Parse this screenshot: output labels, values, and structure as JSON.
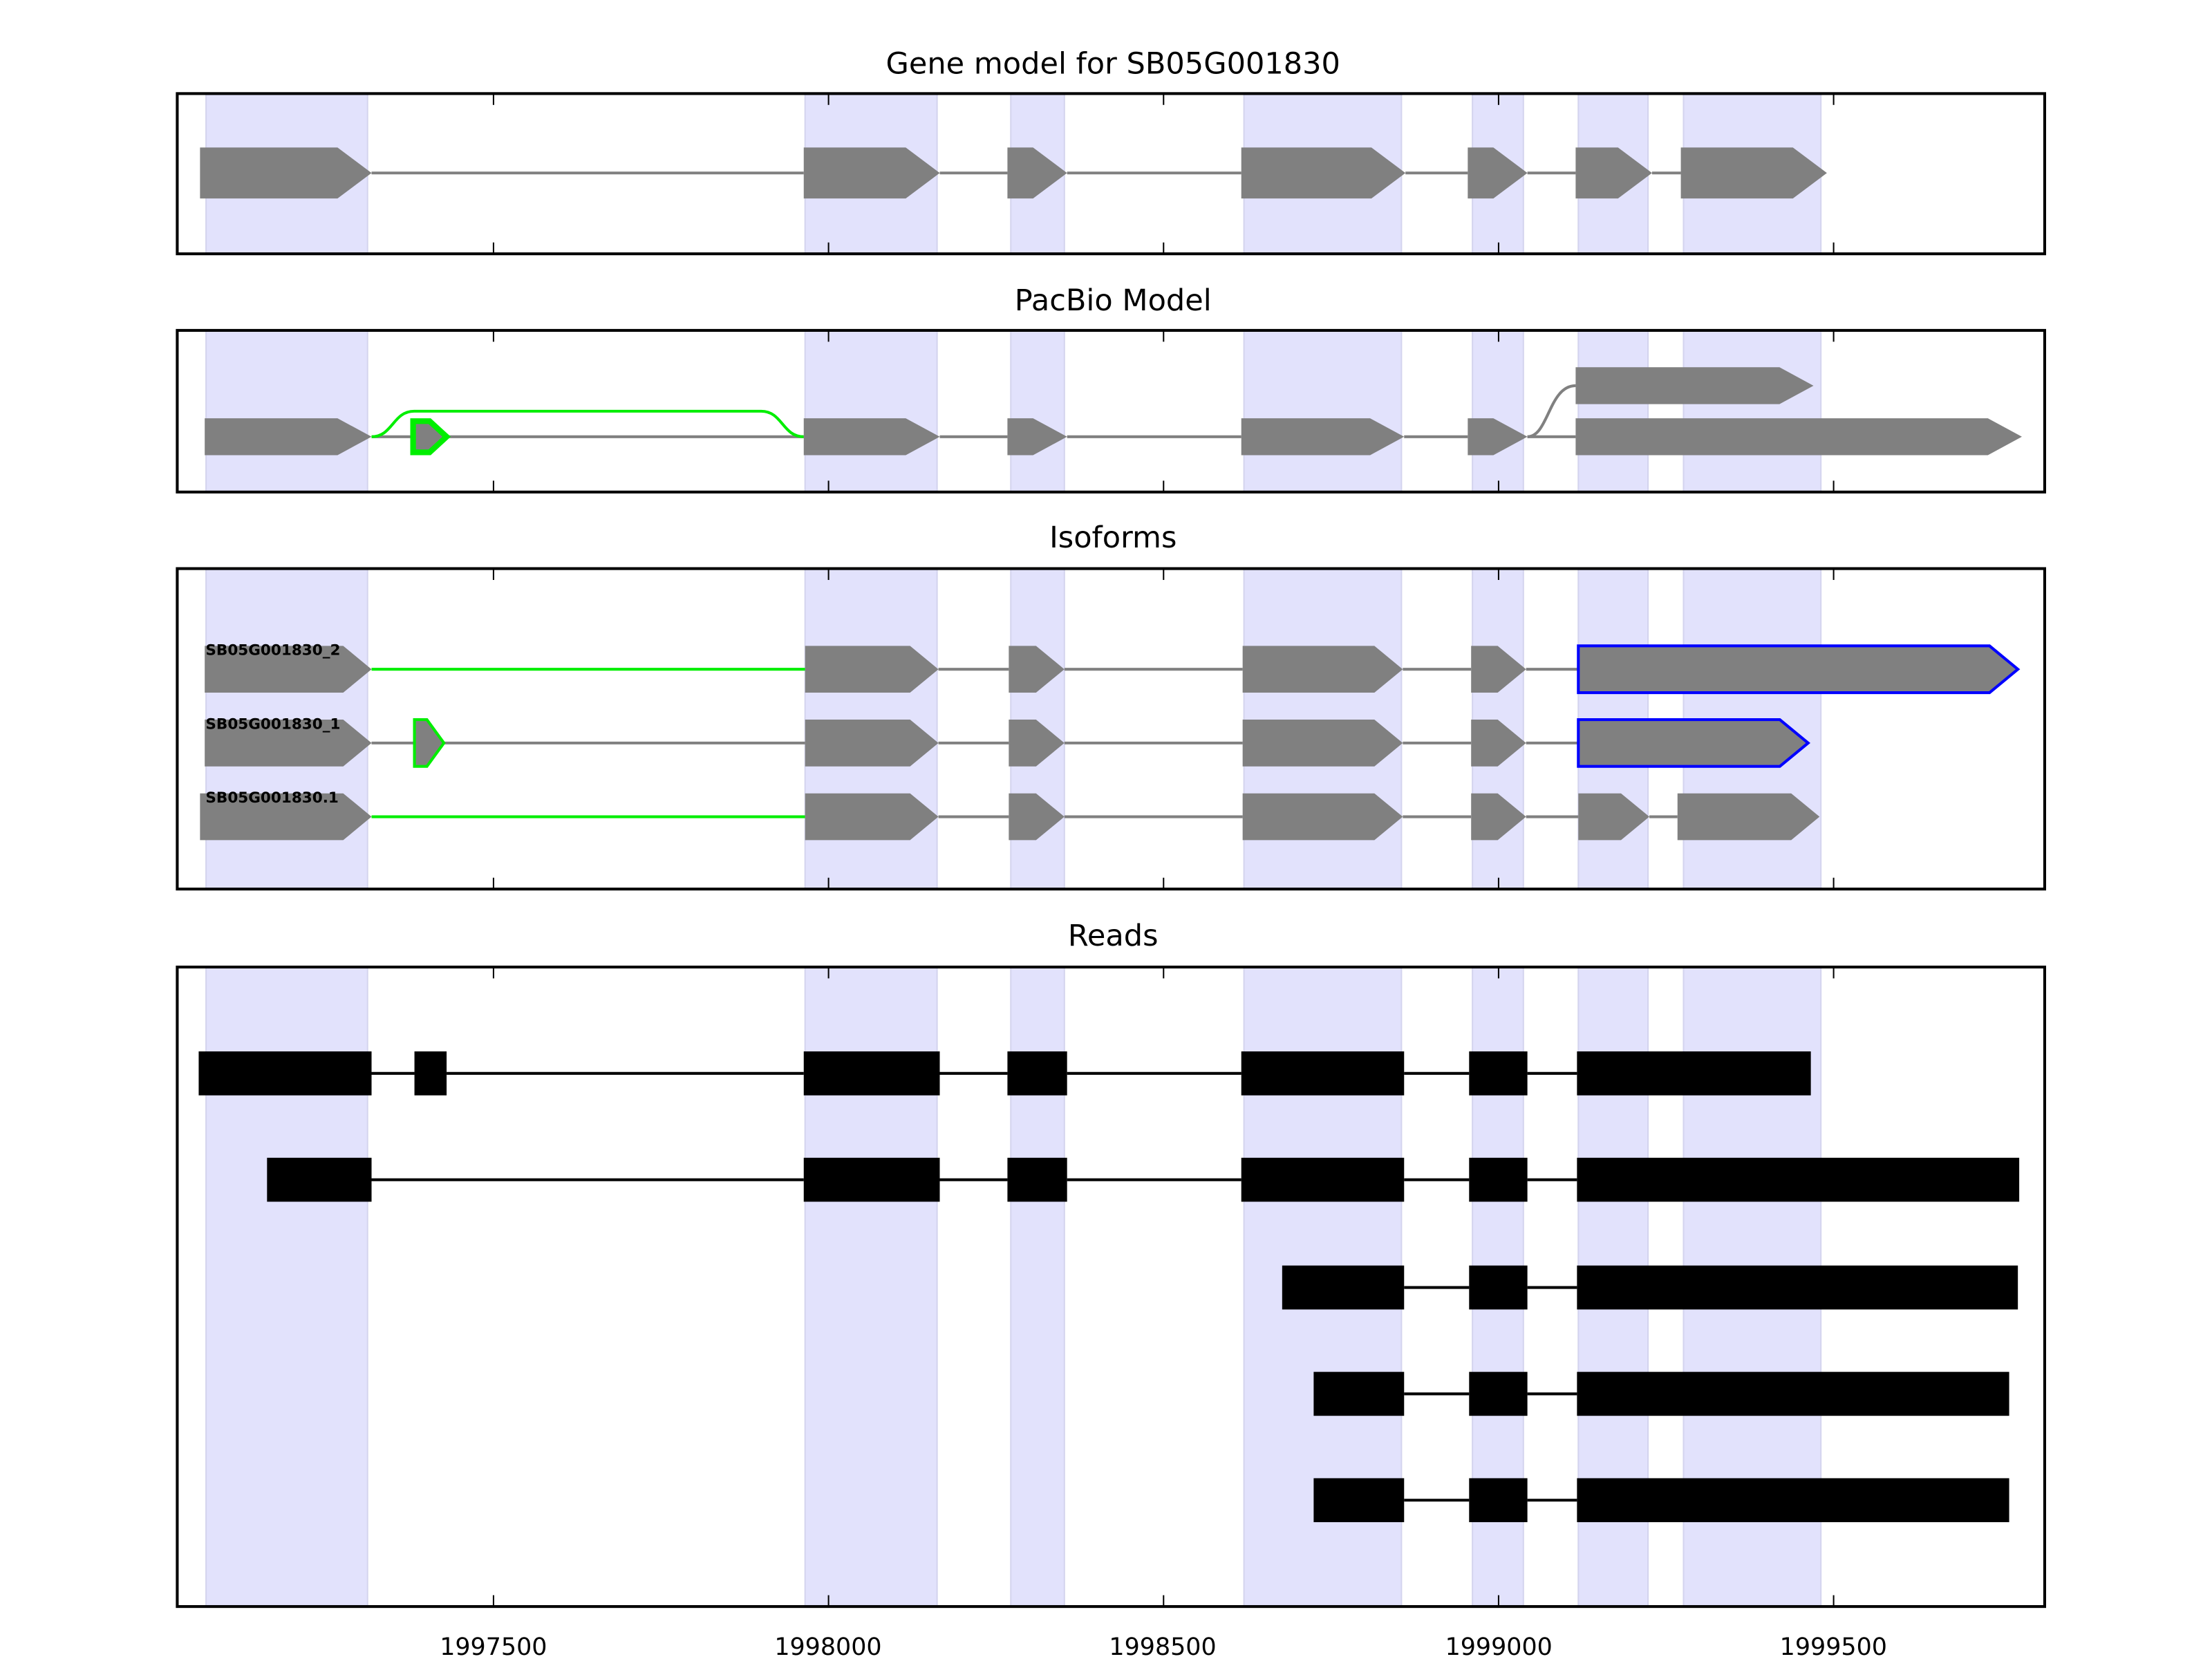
{
  "chart_data": {
    "type": "gene-structure",
    "xlim": [
      1997028,
      1999815
    ],
    "x_ticks": [
      1997500,
      1998000,
      1998500,
      1999000,
      1999500
    ],
    "x_tick_labels": [
      "1997500",
      "1998000",
      "1998500",
      "1999000",
      "1999500"
    ],
    "colors": {
      "shade": "#e2e2fc",
      "exon": "#808080",
      "intron": "#808080",
      "novel": "#00ee00",
      "alt_end": "#0000ff",
      "read": "#000000"
    },
    "shaded_exon_regions": [
      [
        1997071,
        1997312
      ],
      [
        1997965,
        1998162
      ],
      [
        1998272,
        1998352
      ],
      [
        1998620,
        1998855
      ],
      [
        1998961,
        1999037
      ],
      [
        1999119,
        1999223
      ],
      [
        1999276,
        1999481
      ]
    ],
    "panels": [
      {
        "title": "Gene model for SB05G001830",
        "tracks": [
          {
            "exons": [
              [
                1997062,
                1997318
              ],
              [
                1997963,
                1998166
              ],
              [
                1998267,
                1998356
              ],
              [
                1998616,
                1998861
              ],
              [
                1998954,
                1999043
              ],
              [
                1999115,
                1999229
              ],
              [
                1999272,
                1999490
              ]
            ]
          }
        ]
      },
      {
        "title": "PacBio Model",
        "tracks": [
          {
            "exons": [
              [
                1997069,
                1997318
              ],
              [
                1997963,
                1998166
              ],
              [
                1998267,
                1998356
              ],
              [
                1998616,
                1998859
              ],
              [
                1998954,
                1999043
              ],
              [
                1999115,
                1999781
              ]
            ],
            "novel_exons": [
              [
                1997380,
                1997430
              ]
            ],
            "skip_arc": [
              1997318,
              1997963
            ]
          },
          {
            "exons": [
              [
                1999115,
                1999470
              ]
            ],
            "branch_from": 1999043
          }
        ]
      },
      {
        "title": "Isoforms",
        "tracks": [
          {
            "label": "SB05G001830_2",
            "exons": [
              [
                1997069,
                1997318
              ],
              [
                1997965,
                1998164
              ],
              [
                1998269,
                1998352
              ],
              [
                1998618,
                1998857
              ],
              [
                1998959,
                1999041
              ],
              [
                1999119,
                1999775
              ]
            ],
            "novel_intron": [
              1997318,
              1997965
            ],
            "alt_exons": [
              5
            ]
          },
          {
            "label": "SB05G001830_1",
            "exons": [
              [
                1997069,
                1997318
              ],
              [
                1997965,
                1998164
              ],
              [
                1998269,
                1998352
              ],
              [
                1998618,
                1998857
              ],
              [
                1998959,
                1999041
              ],
              [
                1999119,
                1999462
              ]
            ],
            "novel_exons": [
              [
                1997382,
                1997426
              ]
            ],
            "alt_exons": [
              5
            ]
          },
          {
            "label": "SB05G001830.1",
            "exons": [
              [
                1997062,
                1997318
              ],
              [
                1997965,
                1998164
              ],
              [
                1998269,
                1998352
              ],
              [
                1998618,
                1998857
              ],
              [
                1998959,
                1999041
              ],
              [
                1999119,
                1999225
              ],
              [
                1999267,
                1999479
              ]
            ],
            "novel_intron": [
              1997318,
              1997965
            ]
          }
        ]
      },
      {
        "title": "Reads",
        "tracks": [
          {
            "exons": [
              [
                1997060,
                1997318
              ],
              [
                1997382,
                1997430
              ],
              [
                1997963,
                1998166
              ],
              [
                1998267,
                1998356
              ],
              [
                1998616,
                1998859
              ],
              [
                1998956,
                1999043
              ],
              [
                1999117,
                1999466
              ]
            ]
          },
          {
            "exons": [
              [
                1997162,
                1997318
              ],
              [
                1997963,
                1998166
              ],
              [
                1998267,
                1998356
              ],
              [
                1998616,
                1998859
              ],
              [
                1998956,
                1999043
              ],
              [
                1999117,
                1999777
              ]
            ]
          },
          {
            "exons": [
              [
                1998677,
                1998859
              ],
              [
                1998956,
                1999043
              ],
              [
                1999117,
                1999775
              ]
            ]
          },
          {
            "exons": [
              [
                1998724,
                1998859
              ],
              [
                1998956,
                1999043
              ],
              [
                1999117,
                1999762
              ]
            ]
          },
          {
            "exons": [
              [
                1998724,
                1998859
              ],
              [
                1998956,
                1999043
              ],
              [
                1999117,
                1999762
              ]
            ]
          }
        ]
      }
    ]
  }
}
